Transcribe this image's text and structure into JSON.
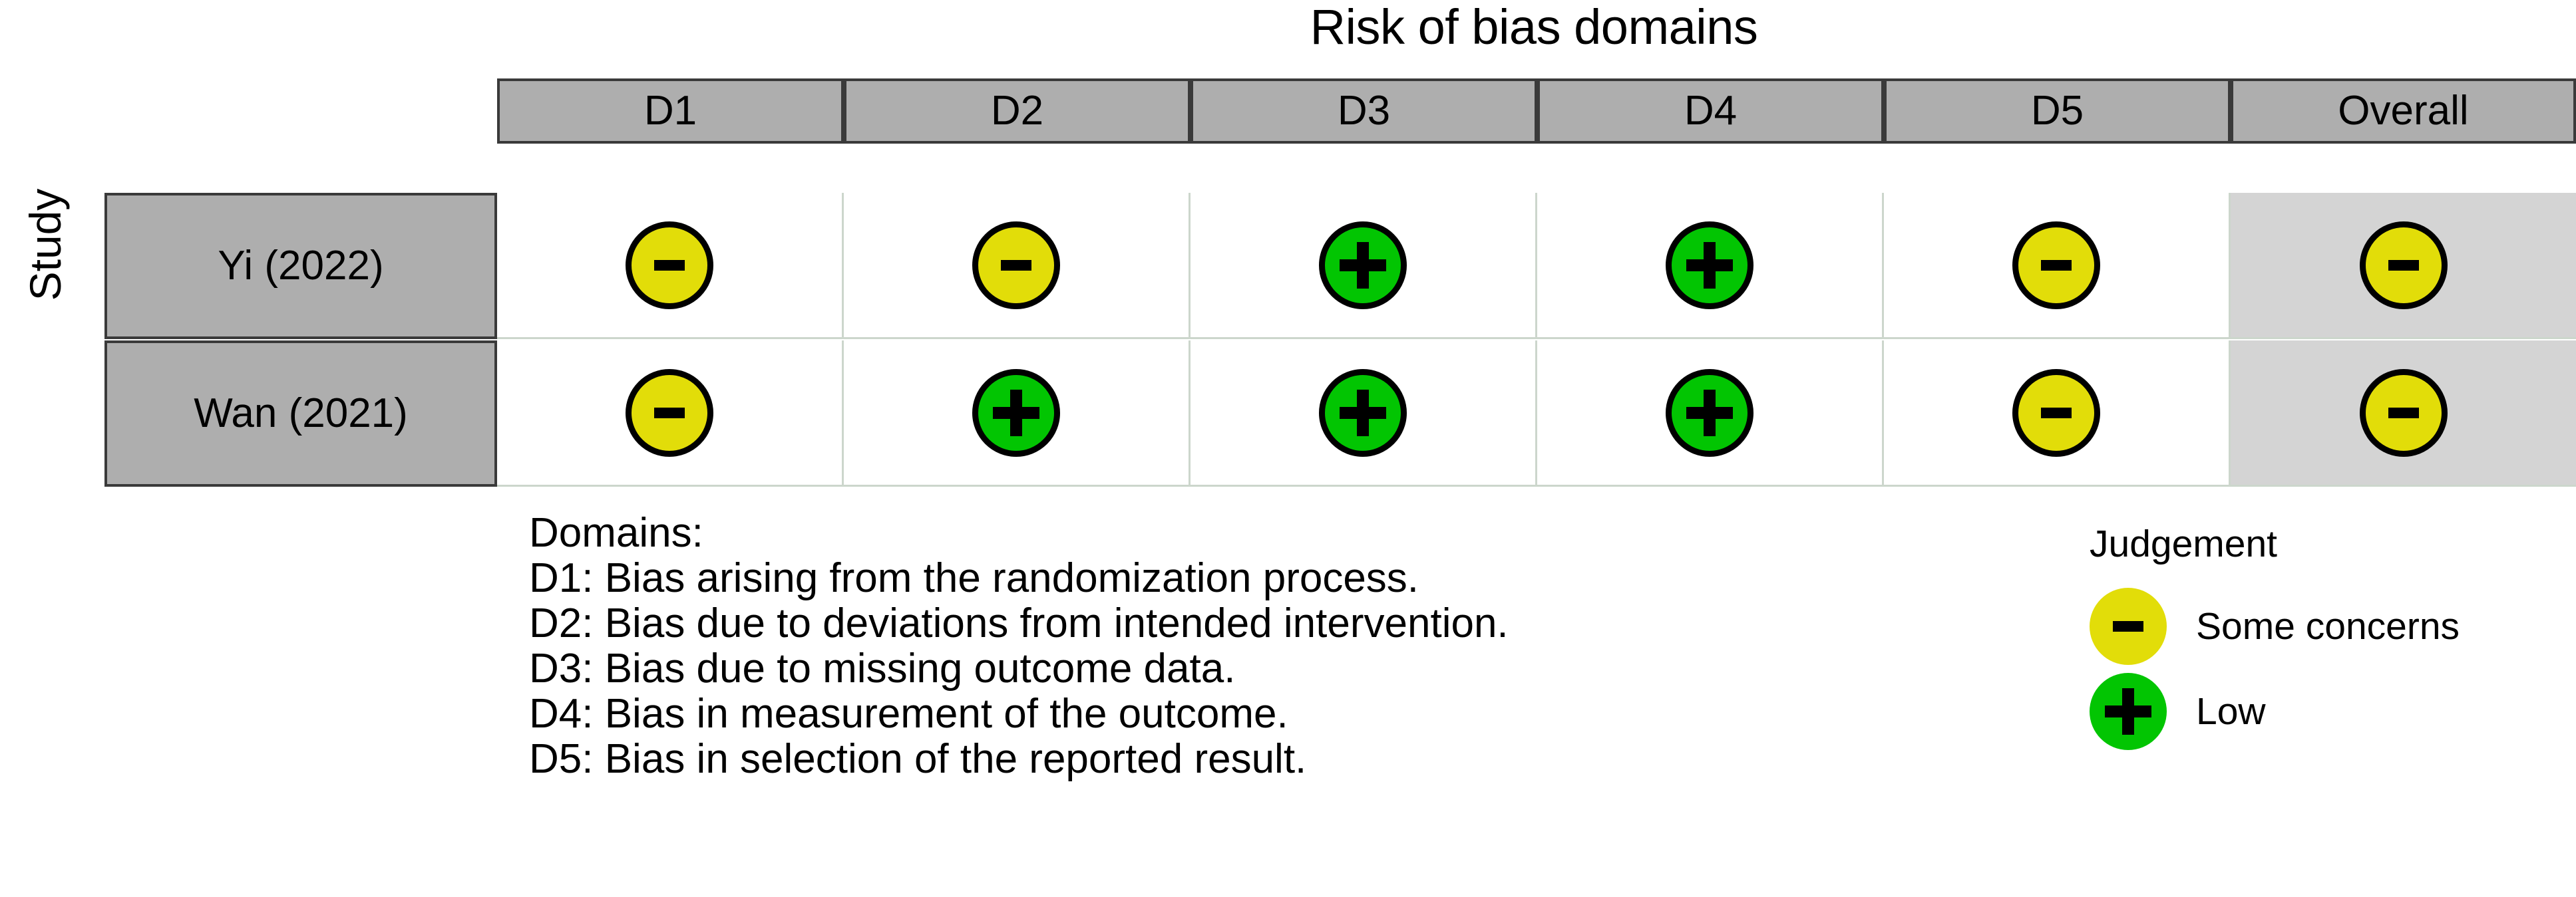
{
  "chart_data": {
    "type": "table",
    "title": "Risk of bias domains",
    "ylabel": "Study",
    "columns": [
      "D1",
      "D2",
      "D3",
      "D4",
      "D5",
      "Overall"
    ],
    "rows": [
      "Yi (2022)",
      "Wan (2021)"
    ],
    "values": [
      [
        "some",
        "some",
        "low",
        "low",
        "some",
        "some"
      ],
      [
        "some",
        "low",
        "low",
        "low",
        "some",
        "some"
      ]
    ],
    "value_symbols": {
      "low": "+",
      "some": "-"
    },
    "value_labels": {
      "low": "Low",
      "some": "Some concerns"
    },
    "colors": {
      "low": "#02c502",
      "some": "#e2dd09",
      "header_gray": "#aeaeae",
      "overall_gray": "#d4d4d4",
      "border_dark": "#3a3a3a",
      "grid_line": "#ccd6cc"
    }
  },
  "title": "Risk of bias domains",
  "axis": {
    "y_label": "Study"
  },
  "header": {
    "d1": "D1",
    "d2": "D2",
    "d3": "D3",
    "d4": "D4",
    "d5": "D5",
    "overall": "Overall"
  },
  "studies": [
    {
      "label": "Yi (2022)"
    },
    {
      "label": "Wan (2021)"
    }
  ],
  "domain_key": {
    "heading": "Domains:",
    "lines": [
      "D1: Bias arising from the randomization process.",
      "D2: Bias due to deviations from intended intervention.",
      "D3: Bias due to missing outcome data.",
      "D4: Bias in measurement of the outcome.",
      "D5: Bias in selection of the reported result."
    ]
  },
  "legend": {
    "title": "Judgement",
    "items": [
      {
        "symbol": "-",
        "label": "Some concerns",
        "level": "some"
      },
      {
        "symbol": "+",
        "label": "Low",
        "level": "low"
      }
    ]
  }
}
